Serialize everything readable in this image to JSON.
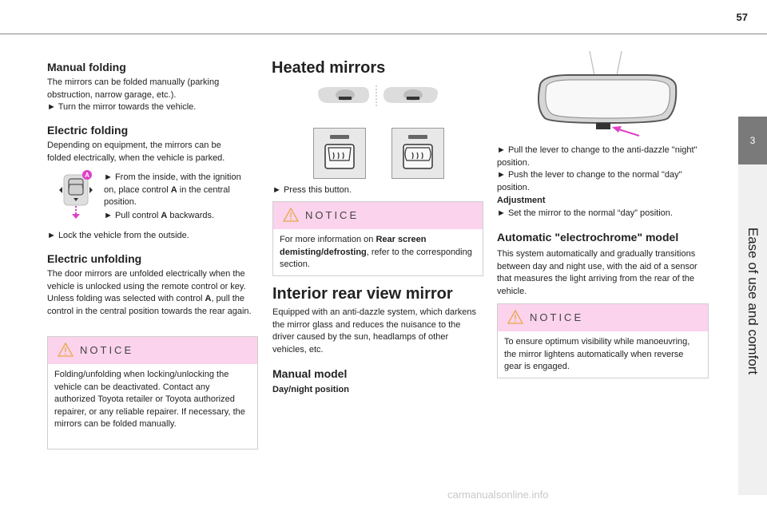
{
  "page_number": "57",
  "side_tab": {
    "number": "3",
    "title": "Ease of use and comfort"
  },
  "col1": {
    "manual_folding_title": "Manual folding",
    "manual_folding_text": "The mirrors can be folded manually (parking obstruction, narrow garage, etc.).",
    "manual_folding_step": "► Turn the mirror towards the vehicle.",
    "electric_folding_title": "Electric folding",
    "electric_folding_text": "Depending on equipment, the mirrors can be folded electrically, when the vehicle is parked.",
    "ef_step1_a": "► From the inside, with the ignition on, place control ",
    "ef_step1_b": "A",
    "ef_step1_c": " in the central position.",
    "ef_step2_a": "► Pull control ",
    "ef_step2_b": "A",
    "ef_step2_c": " backwards.",
    "control_label": "A",
    "ef_step3": "► Lock the vehicle from the outside.",
    "electric_unfolding_title": "Electric unfolding",
    "eu_text_a": "The door mirrors are unfolded electrically when the vehicle is unlocked using the remote control or key. Unless folding was selected with control ",
    "eu_text_b": "A",
    "eu_text_c": ", pull the control in the central position towards the rear again.",
    "notice_title": "NOTICE",
    "notice_text": "Folding/unfolding when locking/unlocking the vehicle can be deactivated. Contact any authorized Toyota retailer or Toyota authorized repairer, or any reliable repairer. If necessary, the mirrors can be folded manually."
  },
  "col2": {
    "heated_title": "Heated mirrors",
    "press_text": "► Press this button.",
    "notice_title": "NOTICE",
    "notice_a": "For more information on ",
    "notice_b": "Rear screen demisting/defrosting",
    "notice_c": ", refer to the corresponding section.",
    "interior_title": "Interior rear view mirror",
    "interior_text": "Equipped with an anti-dazzle system, which darkens the mirror glass and reduces the nuisance to the driver caused by the sun, headlamps of other vehicles, etc.",
    "manual_model_title": "Manual model",
    "day_night": "Day/night position"
  },
  "col3": {
    "step1": "► Pull the lever to change to the anti-dazzle \"night\" position.",
    "step2": "► Push the lever to change to the normal \"day\" position.",
    "adjustment": "Adjustment",
    "step3": "► Set the mirror to the normal “day” position.",
    "auto_title": "Automatic \"electrochrome\" model",
    "auto_text": "This system automatically and gradually transitions between day and night use, with the aid of a sensor that measures the light arriving from the rear of the vehicle.",
    "notice_title": "NOTICE",
    "notice_text": "To ensure optimum visibility while manoeuvring, the mirror lightens automatically when reverse gear is engaged."
  },
  "watermark": "carmanualsonline.info",
  "colors": {
    "notice_header": "#fbd3ec",
    "tab_dark": "#7a7a7a",
    "tab_light": "#f0f0f0",
    "accent_arrow": "#e040c8"
  },
  "icons": [
    "warning-triangle-icon",
    "mirror-control-icon",
    "rear-defrost-icon",
    "rear-view-mirror-icon"
  ]
}
